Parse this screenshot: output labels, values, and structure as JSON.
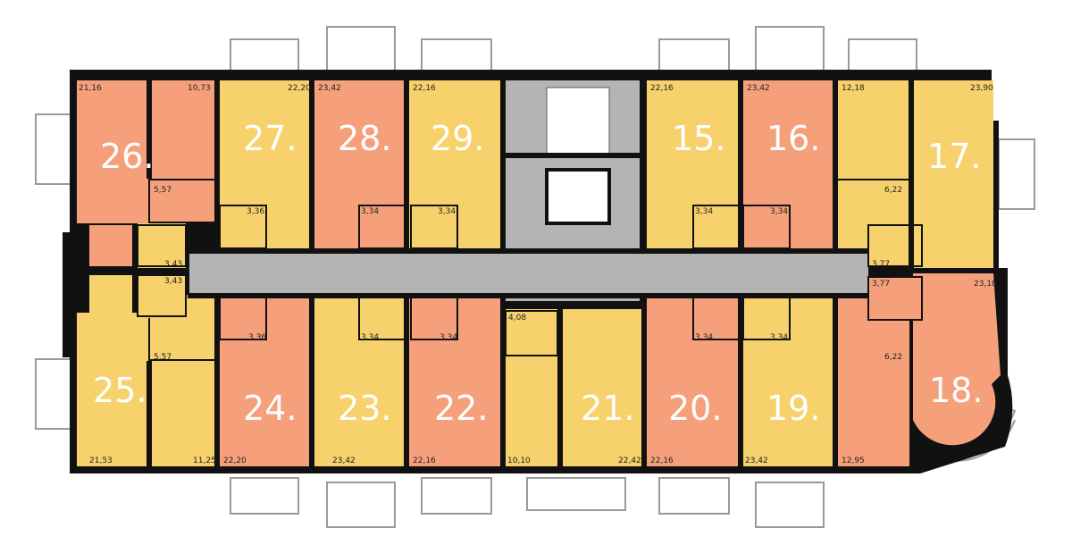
{
  "colors": {
    "yellow": "#f7d16b",
    "orange": "#f5a07b",
    "corridor": "#b4b4b4",
    "wall": "#111111",
    "bathroom": "#f7d16b"
  },
  "apartments": {
    "a15": {
      "num": "15.",
      "area": "22,16",
      "bath": "3,34",
      "color": "yellow"
    },
    "a16": {
      "num": "16.",
      "area": "23,42",
      "bath": "3,34",
      "color": "orange"
    },
    "a17": {
      "num": "17.",
      "area": "23,90",
      "area2": "12,18",
      "hall": "6,22",
      "bath": "3,77",
      "color": "yellow"
    },
    "a18": {
      "num": "18.",
      "area": "23,18",
      "area2": "12,95",
      "hall": "6,22",
      "bath": "3,77",
      "color": "orange"
    },
    "a19": {
      "num": "19.",
      "area": "23,42",
      "bath": "3,34",
      "color": "yellow"
    },
    "a20": {
      "num": "20.",
      "area": "22,16",
      "bath": "3,34",
      "color": "orange"
    },
    "a21": {
      "num": "21.",
      "area": "22,42",
      "area2": "10,10",
      "bath": "4,08",
      "color": "yellow"
    },
    "a22": {
      "num": "22.",
      "area": "22,16",
      "bath": "3,34",
      "color": "orange"
    },
    "a23": {
      "num": "23.",
      "area": "23,42",
      "bath": "3,34",
      "color": "yellow"
    },
    "a24": {
      "num": "24.",
      "area": "22,20",
      "bath": "3,36",
      "color": "orange"
    },
    "a25": {
      "num": "25.",
      "area": "21,53",
      "area2": "11,25",
      "hall": "5,57",
      "bath": "3,43",
      "color": "yellow"
    },
    "a26": {
      "num": "26.",
      "area": "21,16",
      "area2": "10,73",
      "hall": "5,57",
      "bath": "3,43",
      "color": "orange"
    },
    "a27": {
      "num": "27.",
      "area": "22,20",
      "bath": "3,36",
      "color": "yellow"
    },
    "a28": {
      "num": "28.",
      "area": "23,42",
      "bath": "3,34",
      "color": "orange"
    },
    "a29": {
      "num": "29.",
      "area": "22,16",
      "bath": "3,34",
      "color": "yellow"
    }
  }
}
